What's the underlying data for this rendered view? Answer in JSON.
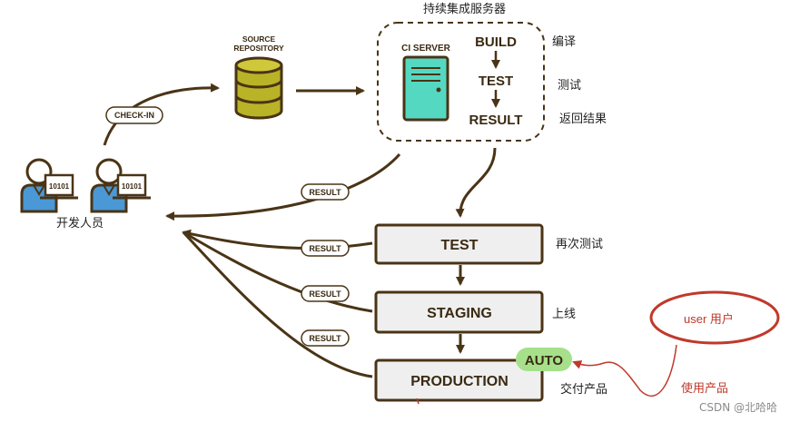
{
  "server_group": {
    "title": "持续集成服务器",
    "ci_server": "CI SERVER",
    "steps": [
      "BUILD",
      "TEST",
      "RESULT"
    ],
    "notes": [
      "编译",
      "测试",
      "返回结果"
    ]
  },
  "source_repository": [
    "SOURCE",
    "REPOSITORY"
  ],
  "checkin_label": "CHECK-IN",
  "developers": {
    "label": "开发人员",
    "screen_text": "10101"
  },
  "result_label": "RESULT",
  "stages": [
    {
      "label": "TEST",
      "note": "再次测试"
    },
    {
      "label": "STAGING",
      "note": "上线"
    },
    {
      "label": "PRODUCTION",
      "note": "交付产品"
    }
  ],
  "auto_badge": "AUTO",
  "annotation": {
    "user": "user 用户",
    "use_product": "使用产品"
  },
  "watermark": "CSDN @北哈哈",
  "colors": {
    "brown": "#4a3416",
    "olive": "#b9b327",
    "teal": "#55d8c2",
    "blue": "#4a98d6",
    "green_badge": "#a6e08b",
    "stage_fill": "#efefef",
    "red_annotation": "#c0392b"
  }
}
